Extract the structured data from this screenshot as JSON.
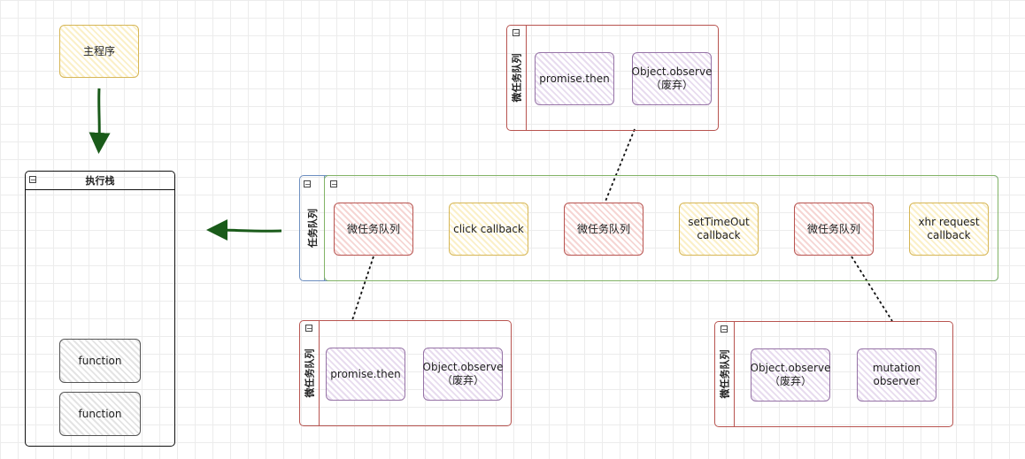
{
  "main_program": {
    "label": "主程序"
  },
  "exec_stack": {
    "title": "执行栈",
    "frames": [
      "function",
      "function"
    ]
  },
  "task_queue": {
    "label": "任务队列",
    "items": [
      {
        "label": "微任务队列"
      },
      {
        "label": "click callback"
      },
      {
        "label": "微任务队列"
      },
      {
        "label": "setTimeOut\ncallback"
      },
      {
        "label": "微任务队列"
      },
      {
        "label": "xhr request\ncallback"
      }
    ]
  },
  "microtask_top": {
    "label": "微任务队列",
    "items": [
      "promise.then",
      "Object.observe\n（废弃）"
    ]
  },
  "microtask_bottom_left": {
    "label": "微任务队列",
    "items": [
      "promise.then",
      "Object.observe\n（废弃）"
    ]
  },
  "microtask_bottom_right": {
    "label": "微任务队列",
    "items": [
      "Object.observe\n（废弃）",
      "mutation\nobserver"
    ]
  },
  "colors": {
    "arrow": "#1a5b1a",
    "yellow": "#d6b656",
    "red": "#b85450",
    "purple": "#9673a6",
    "green": "#82b366",
    "blue": "#6c8ebf"
  }
}
